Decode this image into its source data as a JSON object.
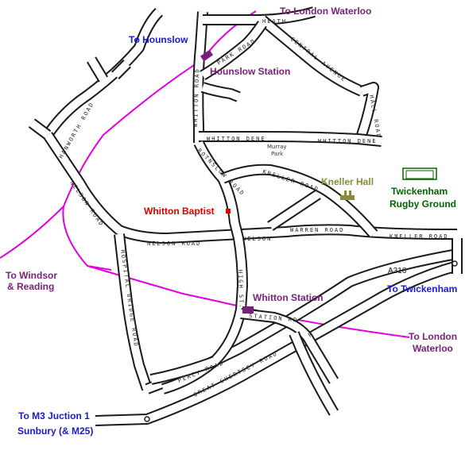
{
  "destinations": {
    "london_waterloo_top": "To London Waterloo",
    "hounslow": "To Hounslow",
    "windsor_line1": "To Windsor",
    "windsor_line2": "& Reading",
    "twickenham": "To Twickenham",
    "london_waterloo_bottom_line1": "To London",
    "london_waterloo_bottom_line2": "Waterloo",
    "m3_line1": "To M3 Juction 1",
    "m3_line2": "Sunbury (& M25)"
  },
  "places": {
    "hounslow_station": "Hounslow Station",
    "whitton_station": "Whitton Station",
    "whitton_baptist": "Whitton Baptist",
    "kneller_hall": "Kneller Hall",
    "rugby_line1": "Twickenham",
    "rugby_line2": "Rugby Ground"
  },
  "roads": {
    "whitton_road": "WHITTON ROAD",
    "whitton_dene": "WHITTON DENE",
    "whitton_dene_east": "WHITTON DENE",
    "hanworth_road": "HANWORTH ROAD",
    "nelson_road": "NELSON ROAD",
    "nelson_road_mid": "NELSON ROAD",
    "nelson_road_east": "NELSON",
    "hospital_bridge_road": "HOSPITAL BRIDGE ROAD",
    "high_st": "HIGH ST.",
    "percy_road": "PERCY ROAD",
    "great_chertsey_road": "GREAT CHERTSEY ROAD",
    "kneller_road": "KNELLER ROAD",
    "kneller_road_east": "KNELLER ROAD",
    "warren_road": "WARREN ROAD",
    "rosslyn_road": "ROTNSLOW ROAD",
    "central_avenue": "CENTRAL AVENUE",
    "hall_road": "HALL ROAD",
    "heath": "HEATH",
    "park_road": "PARK ROAD",
    "murray_park_line1": "Murray",
    "murray_park_line2": "Park",
    "a316": "A316",
    "station_road": "STATION RD",
    "road_nr": "R"
  },
  "colors": {
    "railway": "#e000e0",
    "station_marker": "#7a1f7a",
    "destination_text": "#1a1ad0",
    "station_text": "#7a1f7a",
    "church_text": "#e00000",
    "church_marker": "#e00000",
    "rugby_text": "#006600",
    "kneller_hall_text": "#8a8a3a"
  }
}
